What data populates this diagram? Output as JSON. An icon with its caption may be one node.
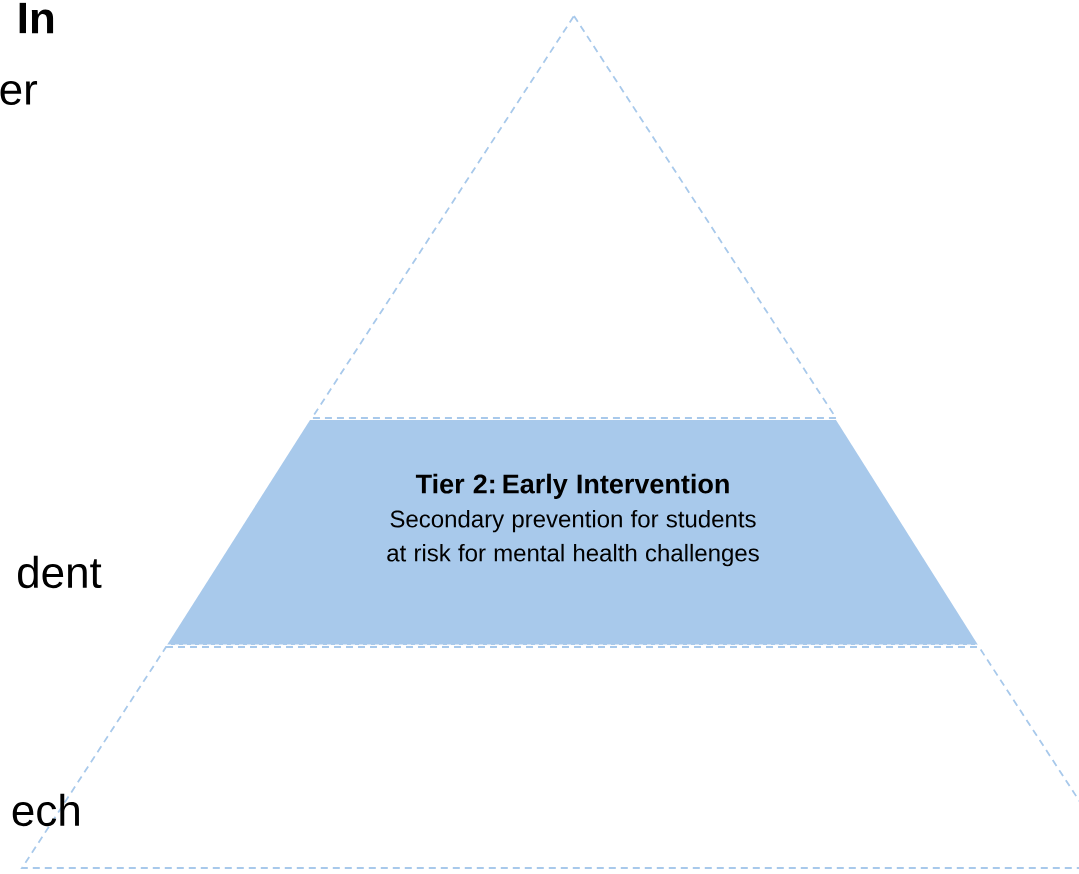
{
  "diagram": {
    "nodes": [
      {
        "text": [],
        "shape": "triangle"
      },
      {
        "text": [
          "Tier 2: Early Intervention",
          "Secondary prevention for students at risk for mental health challenges"
        ]
      },
      {
        "text": [],
        "shape": "trapezoid"
      }
    ],
    "labels": [
      "In",
      "er",
      "dent",
      "ech"
    ]
  }
}
